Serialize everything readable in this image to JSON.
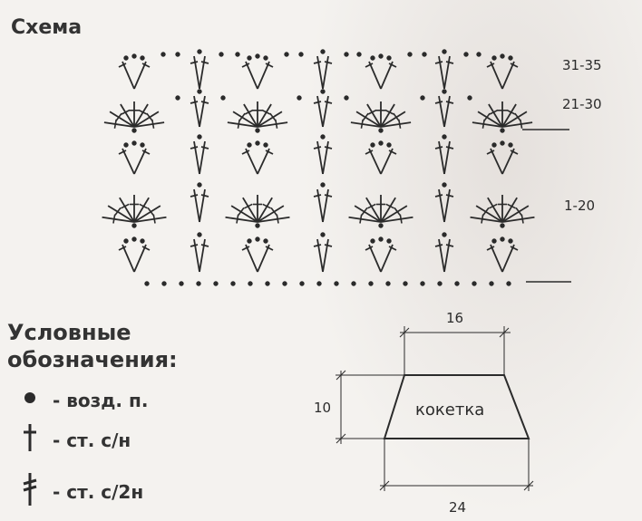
{
  "schema_title": "Схема",
  "row_labels": {
    "r1": "31-35",
    "r2": "21-30",
    "r3": "1-20"
  },
  "legend": {
    "title_line1": "Условные",
    "title_line2": "обозначения:",
    "items": [
      {
        "symbol": "chain-dot-icon",
        "text": "- возд. п."
      },
      {
        "symbol": "dc-cross-icon",
        "text": "- ст. с/н"
      },
      {
        "symbol": "tr-cross-icon",
        "text": "- ст. с/2н"
      }
    ]
  },
  "pattern": {
    "top_width": "16",
    "height": "10",
    "bottom_width": "24",
    "piece_label": "кокетка"
  },
  "colors": {
    "ink": "#2b2b2b",
    "paper": "#f4f2ef"
  }
}
